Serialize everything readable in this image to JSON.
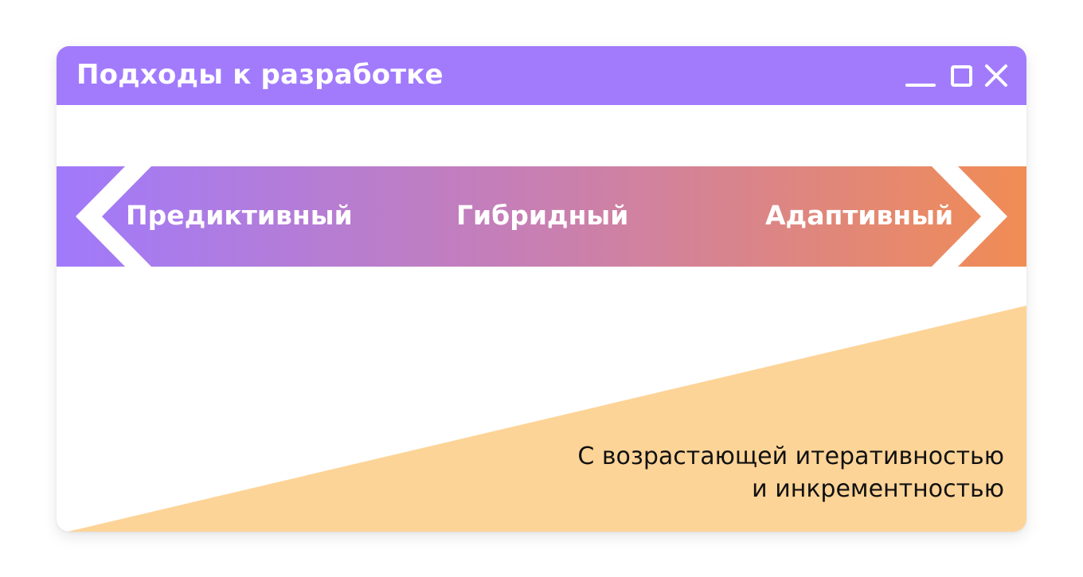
{
  "window": {
    "title": "Подходы к разработке",
    "controls": {
      "minimize": "minimize-icon",
      "maximize": "maximize-icon",
      "close": "close-icon"
    }
  },
  "spectrum": {
    "items": [
      {
        "label": "Предиктивный"
      },
      {
        "label": "Гибридный"
      },
      {
        "label": "Адаптивный"
      }
    ],
    "left_arrow": "chevron-left-icon",
    "right_arrow": "chevron-right-icon"
  },
  "footnote": {
    "line1": "С возрастающей итеративностью",
    "line2": "и инкрементностью"
  },
  "colors": {
    "titlebar": "#a27bfd",
    "gradient_start": "#a07afc",
    "gradient_mid": "#c87fb2",
    "gradient_end": "#f18c54",
    "wedge": "#fdd497",
    "text_dark": "#111111",
    "text_light": "#ffffff"
  }
}
